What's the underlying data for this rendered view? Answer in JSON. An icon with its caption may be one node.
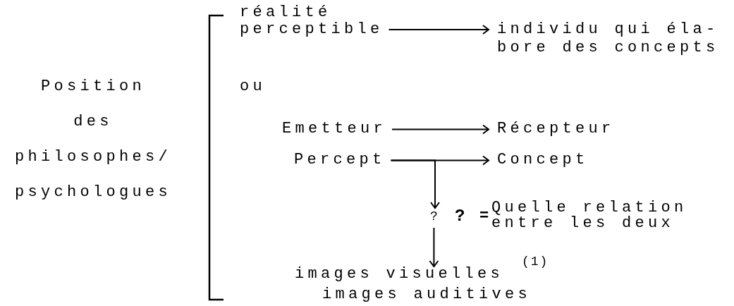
{
  "diagram": {
    "nodes": [
      {
        "text": [
          "réalité perceptible"
        ]
      },
      {
        "text": [
          "individu qui éla- bore des concepts"
        ]
      },
      {
        "text": [
          "Emetteur"
        ]
      },
      {
        "text": [
          "Récepteur"
        ]
      },
      {
        "text": [
          "Percept"
        ]
      },
      {
        "text": [
          "Concept"
        ]
      },
      {
        "text": [
          "?"
        ]
      },
      {
        "text": [
          "images visuelles images auditives"
        ]
      }
    ],
    "edges": [
      {
        "from": 0,
        "to": 1,
        "arrow": "to"
      },
      {
        "from": 2,
        "to": 3,
        "arrow": "to"
      },
      {
        "from": 4,
        "to": 5,
        "arrow": "to"
      },
      {
        "from": 4,
        "to": 6,
        "arrow": "to"
      },
      {
        "from": 6,
        "to": 7,
        "arrow": "to"
      }
    ],
    "labels": [
      "Position des philosophes/ psychologues",
      "ou",
      "?",
      "=",
      "Quelle relation entre les deux",
      "(1)"
    ]
  }
}
